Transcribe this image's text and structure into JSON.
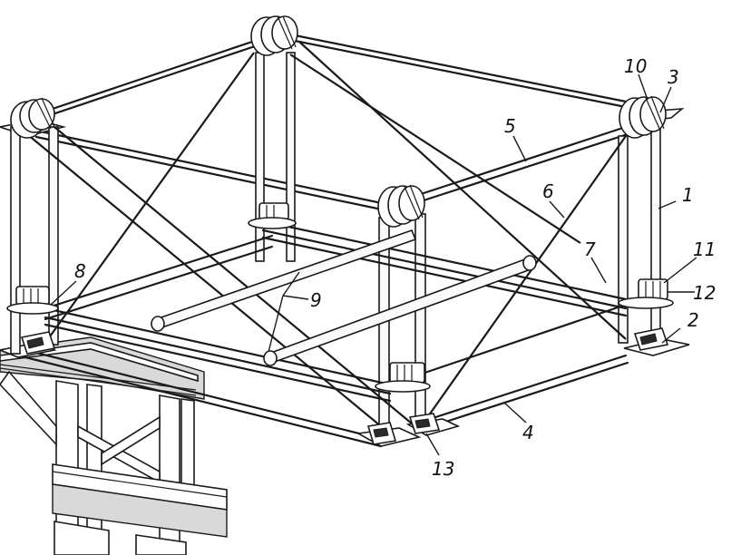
{
  "callouts": {
    "c1": "1",
    "c2": "2",
    "c3": "3",
    "c4": "4",
    "c5": "5",
    "c6": "6",
    "c7": "7",
    "c8": "8",
    "c9": "9",
    "c10": "10",
    "c11": "11",
    "c12": "12",
    "c13": "13"
  },
  "colors": {
    "ink": "#1a1a1a",
    "shade": "#d9d9d9",
    "background": "#ffffff"
  }
}
